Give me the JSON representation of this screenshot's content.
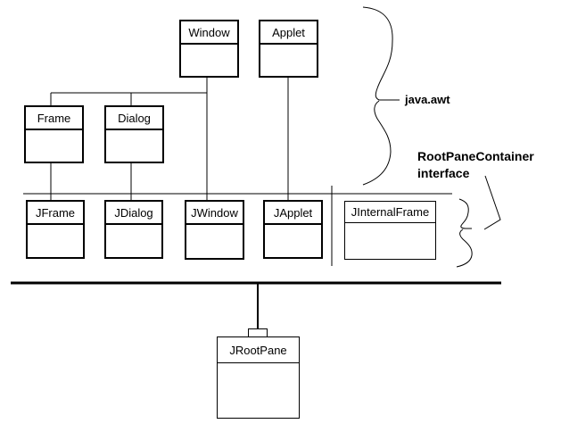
{
  "canvas": {
    "background": "#ffffff",
    "line_color": "#000000"
  },
  "annotations": {
    "java_awt": "java.awt",
    "rootpane_container": "RootPaneContainer",
    "interface_word": "interface"
  },
  "boxes": {
    "window": {
      "label": "Window"
    },
    "applet": {
      "label": "Applet"
    },
    "frame": {
      "label": "Frame"
    },
    "dialog": {
      "label": "Dialog"
    },
    "jframe": {
      "label": "JFrame"
    },
    "jdialog": {
      "label": "JDialog"
    },
    "jwindow": {
      "label": "JWindow"
    },
    "japplet": {
      "label": "JApplet"
    },
    "jinternalframe": {
      "label": "JInternalFrame"
    },
    "jrootpane": {
      "label": "JRootPane"
    }
  }
}
